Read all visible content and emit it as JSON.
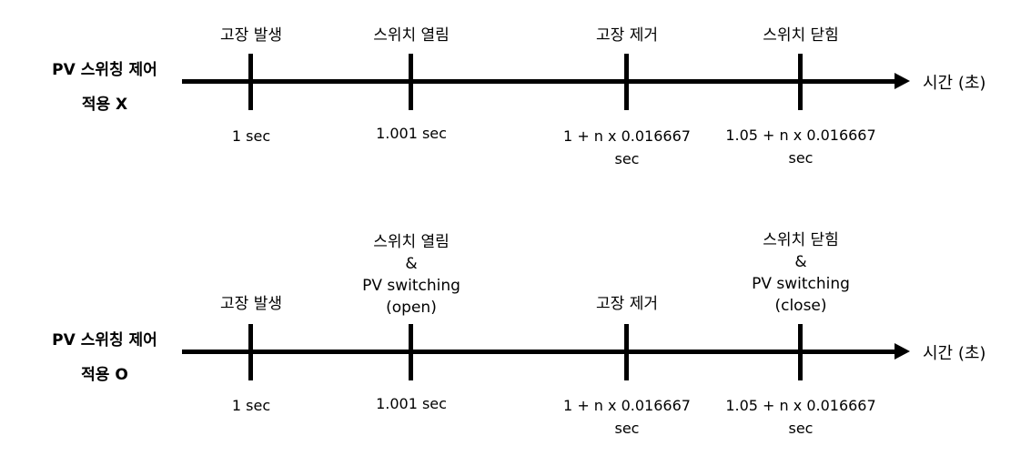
{
  "timeline_without": {
    "title_line1": "PV 스위칭 제어",
    "title_line2": "적용 X",
    "axis_label": "시간 (초)",
    "events": [
      {
        "label": "고장 발생",
        "time": "1 sec"
      },
      {
        "label": "스위치 열림",
        "time": "1.001 sec"
      },
      {
        "label": "고장 제거",
        "time_line1": "1 + n x 0.016667",
        "time_line2": "sec"
      },
      {
        "label": "스위치 닫힘",
        "time_line1": "1.05 + n x 0.016667",
        "time_line2": "sec"
      }
    ]
  },
  "timeline_with": {
    "title_line1": "PV 스위칭 제어",
    "title_line2": "적용 O",
    "axis_label": "시간 (초)",
    "events": [
      {
        "label": "고장 발생",
        "time": "1 sec"
      },
      {
        "label_line1": "스위치 열림",
        "label_line2": "&",
        "label_line3": "PV switching",
        "label_line4": "(open)",
        "time": "1.001 sec"
      },
      {
        "label": "고장 제거",
        "time_line1": "1 + n x 0.016667",
        "time_line2": "sec"
      },
      {
        "label_line1": "스위치 닫힘",
        "label_line2": "&",
        "label_line3": "PV switching",
        "label_line4": "(close)",
        "time_line1": "1.05 + n x 0.016667",
        "time_line2": "sec"
      }
    ]
  }
}
